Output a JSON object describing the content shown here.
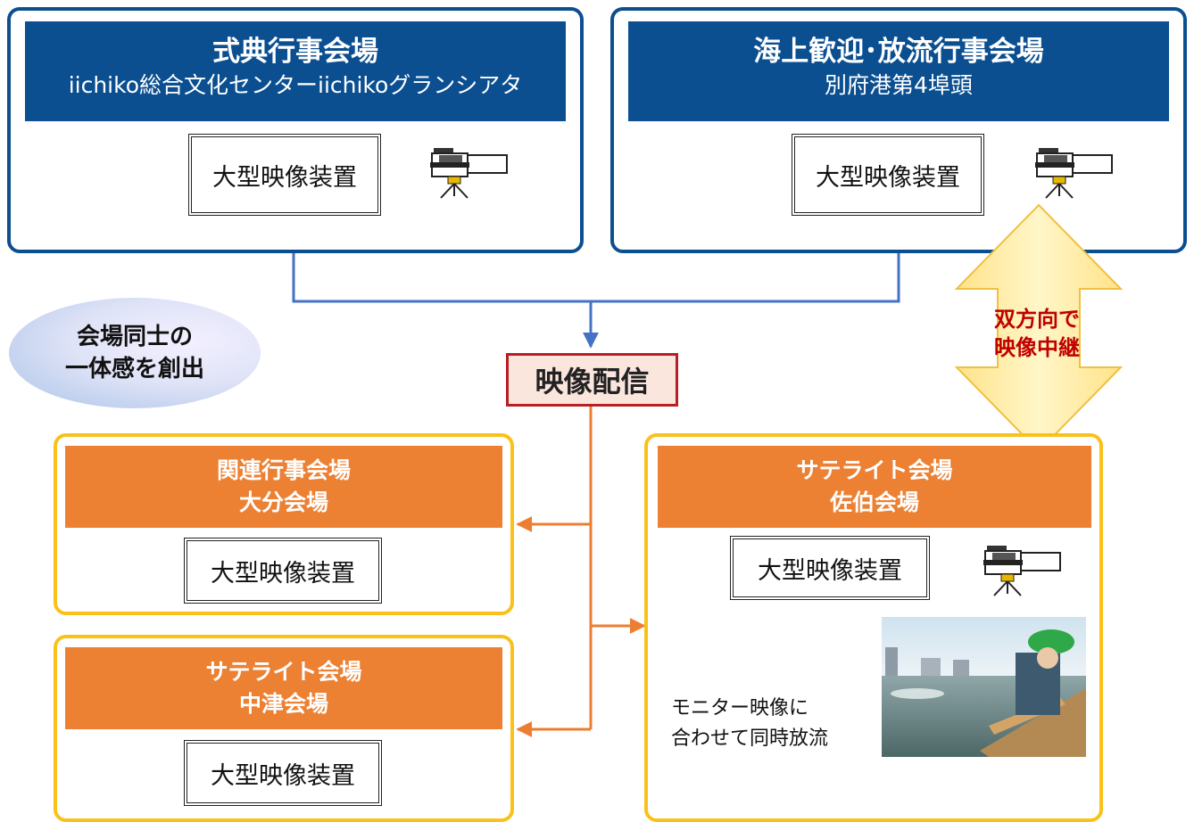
{
  "venues": {
    "ceremony": {
      "title": "式典行事会場",
      "location": "iichiko総合文化センターiichikoグランシアタ",
      "screen": "大型映像装置"
    },
    "sea": {
      "title": "海上歓迎･放流行事会場",
      "location": "別府港第4埠頭",
      "screen": "大型映像装置"
    },
    "oita": {
      "line1": "関連行事会場",
      "line2": "大分会場",
      "screen": "大型映像装置"
    },
    "nakatsu": {
      "line1": "サテライト会場",
      "line2": "中津会場",
      "screen": "大型映像装置"
    },
    "saiki": {
      "line1": "サテライト会場",
      "line2": "佐伯会場",
      "screen": "大型映像装置",
      "caption_line1": "モニター映像に",
      "caption_line2": "合わせて同時放流"
    }
  },
  "center": {
    "distribution": "映像配信"
  },
  "unity": {
    "line1": "会場同士の",
    "line2": "一体感を創出"
  },
  "relay": {
    "line1": "双方向で",
    "line2": "映像中継"
  },
  "colors": {
    "blue": "#0b4f91",
    "orange": "#ec8133",
    "yellow": "#f9c11a",
    "red": "#c00000",
    "line_blue": "#4472c4",
    "line_orange": "#ed7d31"
  },
  "icons": [
    "video-camera-icon",
    "double-arrow-icon",
    "photo-image"
  ]
}
